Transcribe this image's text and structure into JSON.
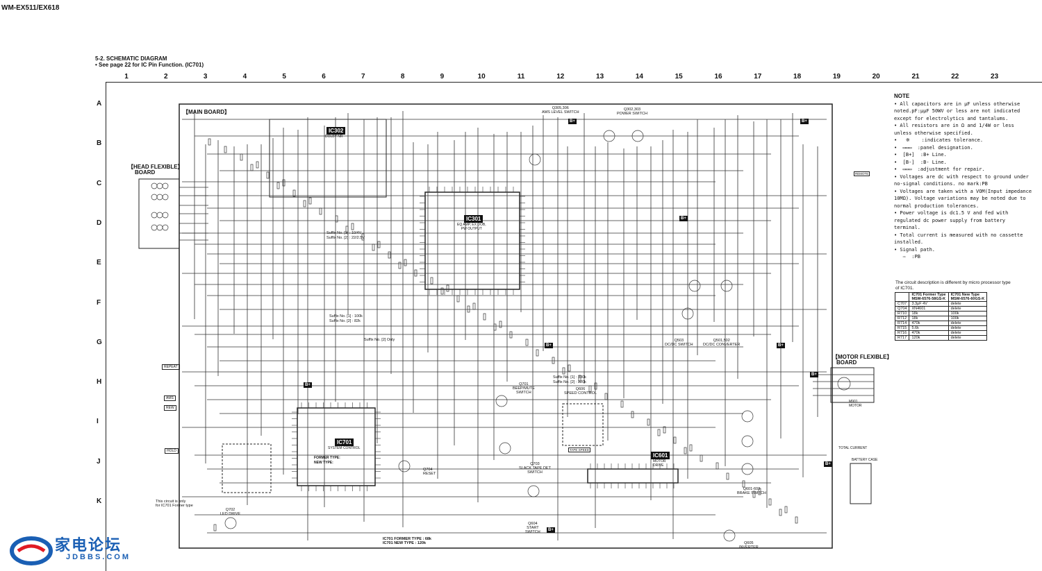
{
  "header": {
    "model": "WM-EX511/EX618",
    "section_title": "5-2. SCHEMATIC DIAGRAM",
    "section_note": "• See page 22 for IC Pin Function. (IC701)"
  },
  "grid": {
    "columns": [
      "1",
      "2",
      "3",
      "4",
      "5",
      "6",
      "7",
      "8",
      "9",
      "10",
      "11",
      "12",
      "13",
      "14",
      "15",
      "16",
      "17",
      "18",
      "19",
      "20",
      "21",
      "22",
      "23"
    ],
    "rows": [
      "A",
      "B",
      "C",
      "D",
      "E",
      "F",
      "G",
      "H",
      "I",
      "J",
      "K"
    ]
  },
  "boards": {
    "main": "【MAIN BOARD】",
    "head_flexible": "【HEAD FLEXIBLE】",
    "head_flexible_2": "BOARD",
    "motor_flexible": "【MOTOR FLEXIBLE】",
    "motor_flexible_2": "BOARD"
  },
  "ics": {
    "ic302": {
      "tag": "IC302",
      "name": "DOLBY NR"
    },
    "ic301": {
      "tag": "IC301",
      "name": "EQ AMP, EX DOB,",
      "name2": "PW OUTPUT"
    },
    "ic701": {
      "tag": "IC701",
      "name": "SYSTEM CONTROL",
      "former": "FORMER TYPE:",
      "new": "NEW TYPE:"
    },
    "ic601": {
      "tag": "IC601",
      "name": "MOTOR",
      "name2": "DRIVE"
    }
  },
  "labels": {
    "q305": "Q305,306",
    "ams_switch": "AMS LEVEL SWITCH",
    "q302": "Q302,303",
    "power_switch": "POWER SWITCH",
    "q503": "Q503",
    "dcdc_switch": "DC/DC SWITCH",
    "q501": "Q501,502",
    "dcdc_conv": "DC/DC CONVERTER",
    "q606": "Q606",
    "speed_ctrl": "SPEED CONTROL",
    "q701": "Q701",
    "beep_mute": "BEEP/MUTE",
    "beep_switch": "SWITCH",
    "q703": "Q703",
    "slack": "SLACK TAPE DET",
    "slack2": "SWITCH",
    "q704": "Q704",
    "reset": "RESET",
    "q702": "Q702",
    "led_drive": "LED DRIVE",
    "q604": "Q604",
    "start_switch": "START",
    "start_switch2": "SWITCH",
    "q601": "Q601-603",
    "brake_switch": "BRAKE SWITCH",
    "q605": "Q605",
    "inverter": "INVERTER",
    "former_only": "This circuit is only",
    "former_only2": "for IC701 Former type",
    "ic701_former": "IC701 FORMER TYPE : 68k",
    "ic701_new": "IC701 NEW TYPE : 120k",
    "suffix1": "Suffix No. [1] : 10/4V",
    "suffix2": "Suffix No. [2] : 22/2.5V",
    "suffix3": "Suffix No. [1] : 100k",
    "suffix4": "Suffix No. [2] : 82k",
    "suffix5": "Suffix No. [2] Only",
    "suffix6": "Suffix No. [1] : 330k",
    "suffix7": "Suffix No. [2] : 220k",
    "total_current": "TOTAL CURRENT",
    "battery_case": "BATTERY CASE",
    "motor": "M901",
    "motor2": "MOTOR",
    "hold": "HOLD",
    "repeat": "REPEAT",
    "ams": "AMS",
    "rew": "REW",
    "tape_speed": "TAPE SPEED",
    "remote": "REMOTE"
  },
  "note": {
    "title": "NOTE",
    "items": [
      "• All capacitors are in μF unless otherwise noted.pF:μμF 50WV or less are not indicated except for electrolytics and tantalums.",
      "• All resistors are in Ω and 1/4W or less unless otherwise specified.",
      "•   ※    :indicates tolerance.",
      "•  ▭▭▭  :panel designation.",
      "•  [B+]  :B+ Line.",
      "•  [B-]  :B- Line.",
      "•  ▭▭▭  :adjustment for repair.",
      "• Voltages are dc with respect to ground under no-signal conditions. no mark:PB",
      "• Voltages are taken with a VOM(Input impedance 10MΩ). Voltage variations may be noted due to normal production tolerances.",
      "• Power voltage is dc1.5 V and fed with regulated dc power supply from battery terminal.",
      "• Total current is measured with no cassette installed.",
      "• Signal path.",
      "   ⇨  :PB"
    ]
  },
  "ic_table": {
    "caption": "The circuit description is different by micro processor type of IC701.",
    "headers": [
      "",
      "IC701 Former Type\nMSM-6576-58GS-K",
      "IC701 New Type\nMSM-6576-60GS-K"
    ],
    "rows": [
      [
        "C707",
        "3.3μF  4V",
        "delete"
      ],
      [
        "Q704",
        "XN4601",
        "delete"
      ],
      [
        "R710",
        "18k",
        "100k"
      ],
      [
        "R712",
        "18k",
        "100k"
      ],
      [
        "R714",
        "470k",
        "delete"
      ],
      [
        "R715",
        "5.6k",
        "delete"
      ],
      [
        "R716",
        "470k",
        "delete"
      ],
      [
        "R717",
        "120k",
        "delete"
      ]
    ]
  },
  "bplus": "B+",
  "watermark": {
    "text": "家电论坛",
    "sub": "JDBBS.COM"
  }
}
